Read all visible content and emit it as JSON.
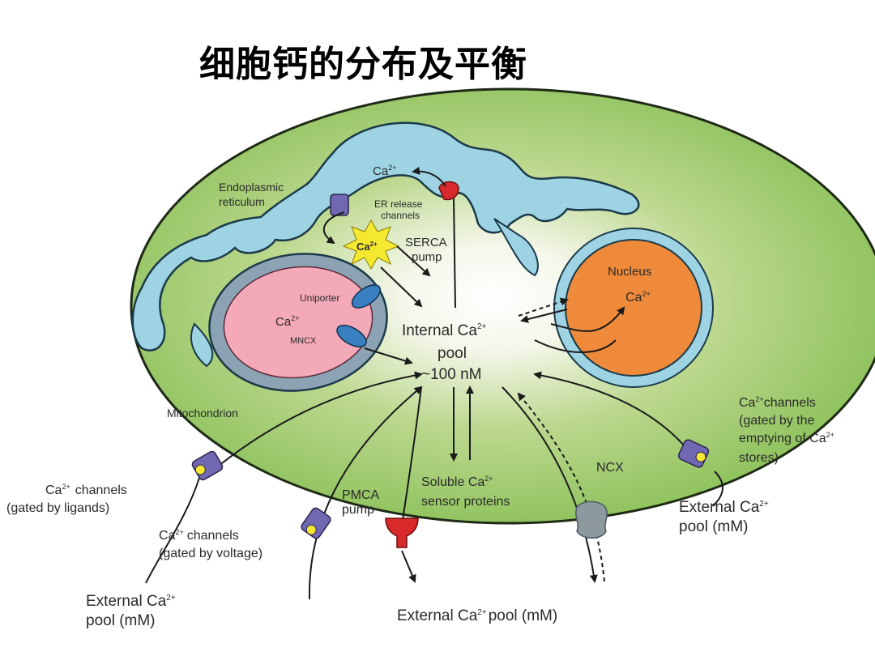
{
  "title": "细胞钙的分布及平衡",
  "colors": {
    "cell_fill": "#8cc15a",
    "er_fill": "#9dd3e2",
    "mito_outer": "#8ca3b3",
    "mito_inner": "#f3a9b8",
    "nucleus": "#ef8a3a",
    "channel": "#7068b0",
    "pump_red": "#d8292b",
    "ncx_gray": "#8c9aa0"
  },
  "labels": {
    "er": [
      "Endoplasmic",
      "reticulum"
    ],
    "er_release": [
      "ER release",
      "channels"
    ],
    "serca": [
      "SERCA",
      "pump"
    ],
    "er_ca": "Ca",
    "er_ca_sup": "2+",
    "burst_ca": "Ca",
    "burst_sup": "2+",
    "uniporter": "Uniporter",
    "mito_ca": "Ca",
    "mito_ca_sup": "2+",
    "mncx": "MNCX",
    "mitochondrion": "Mitochondrion",
    "nucleus": "Nucleus",
    "nucleus_ca": "Ca",
    "nucleus_ca_sup": "2+",
    "internal_pool": [
      "Internal Ca",
      "pool",
      "~100 nM"
    ],
    "internal_pool_sup": "2+",
    "soluble": [
      "Soluble Ca",
      "sensor proteins"
    ],
    "soluble_sup": "2+",
    "ncx": "NCX",
    "pmca": [
      "PMCA",
      "pump"
    ],
    "ligand_channels": [
      "Ca",
      "channels",
      "(gated by ligands)"
    ],
    "ligand_sup": "2+",
    "voltage_channels": [
      "Ca",
      "channels",
      "(gated by voltage)"
    ],
    "voltage_sup": "2+",
    "store_channels": [
      "Ca",
      "channels",
      "(gated by the",
      "emptying of Ca",
      "stores)"
    ],
    "store_sup": "2+",
    "ext_pool_right": [
      "External Ca",
      "pool (mM)"
    ],
    "ext_pool_right_sup": "2+",
    "ext_pool_left": [
      "External Ca",
      "pool (mM)"
    ],
    "ext_pool_left_sup": "2+",
    "ext_pool_bottom": [
      "External Ca",
      "pool (mM)"
    ],
    "ext_pool_bottom_sup": "2+"
  }
}
